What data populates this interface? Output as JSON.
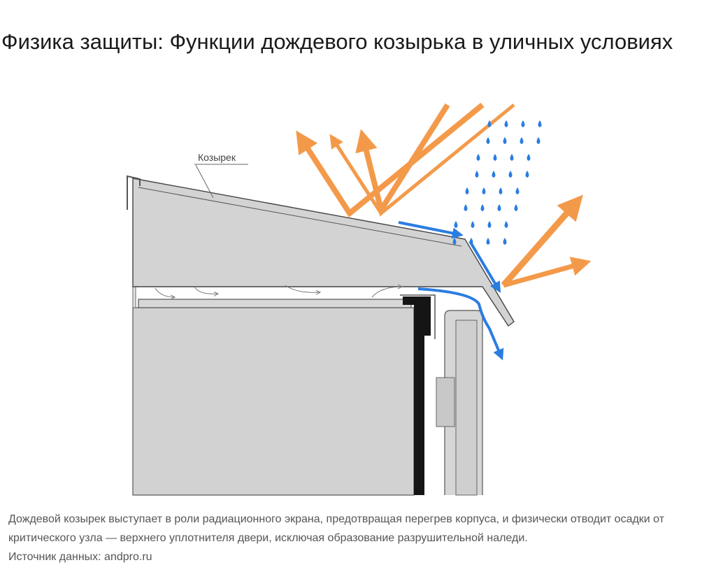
{
  "article": {
    "title": "Физика защиты: Функции дождевого козырька в уличных условиях",
    "figure": {
      "label_canopy": "Козырек",
      "colors": {
        "heat": "#f39a4a",
        "water": "#2a7de1",
        "metal": "#d3d3d3",
        "seal": "#151515"
      }
    },
    "caption": "Дождевой козырек выступает в роли радиационного экрана, предотвращая перегрев корпуса, и физически отводит осадки от критического узла — верхнего уплотнителя двери, исключая образование разрушительной наледи.",
    "source": "Источник данных: andpro.ru"
  }
}
